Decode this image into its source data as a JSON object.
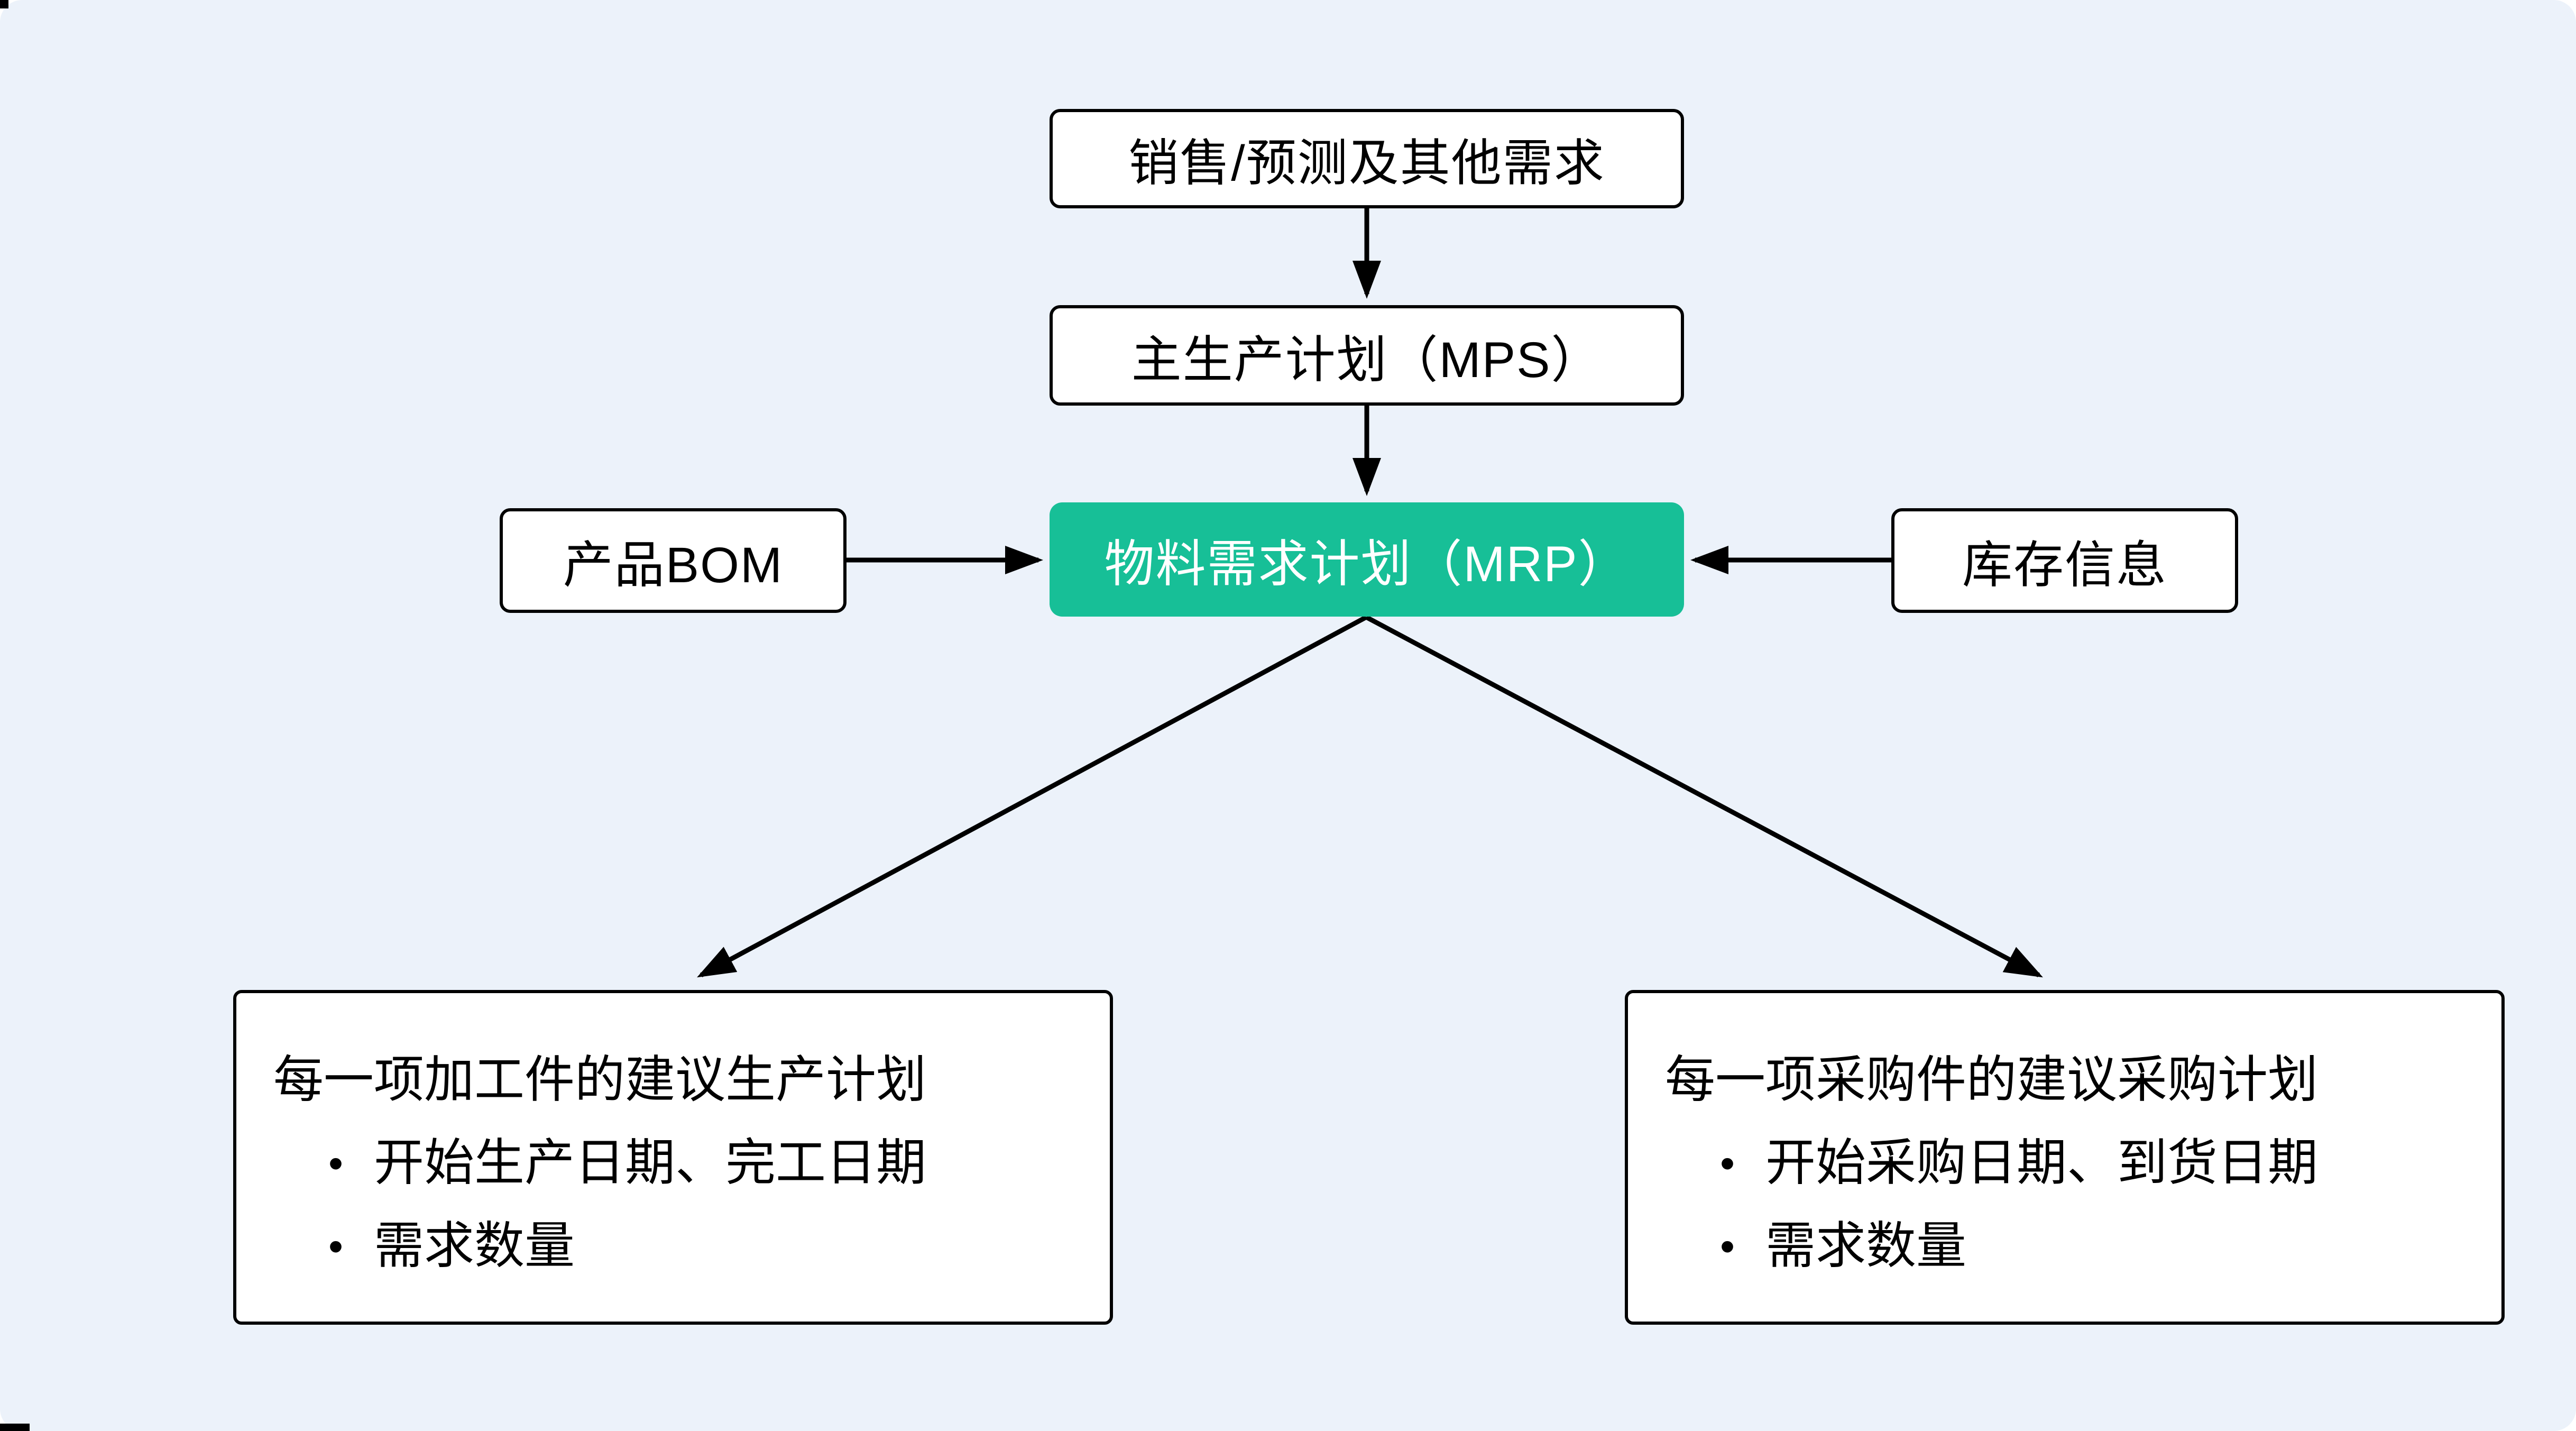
{
  "page": {
    "background": "#ECF2FA",
    "outside_background": "#FFFFFF"
  },
  "colors": {
    "node_fill": "#FFFFFF",
    "node_border": "#000000",
    "mrp_fill": "#17BF97",
    "mrp_text": "#FFFFFF",
    "arrow": "#000000"
  },
  "bullet_char": "•",
  "nodes": {
    "sales_forecast": {
      "label": "销售/预测及其他需求"
    },
    "mps": {
      "label": "主生产计划（MPS）"
    },
    "mrp": {
      "label": "物料需求计划（MRP）"
    },
    "product_bom": {
      "label": "产品BOM"
    },
    "inventory_info": {
      "label": "库存信息"
    },
    "production_plan": {
      "title": "每一项加工件的建议生产计划",
      "bullets": [
        "开始生产日期、完工日期",
        "需求数量"
      ]
    },
    "purchase_plan": {
      "title": "每一项采购件的建议采购计划",
      "bullets": [
        "开始采购日期、到货日期",
        "需求数量"
      ]
    }
  }
}
